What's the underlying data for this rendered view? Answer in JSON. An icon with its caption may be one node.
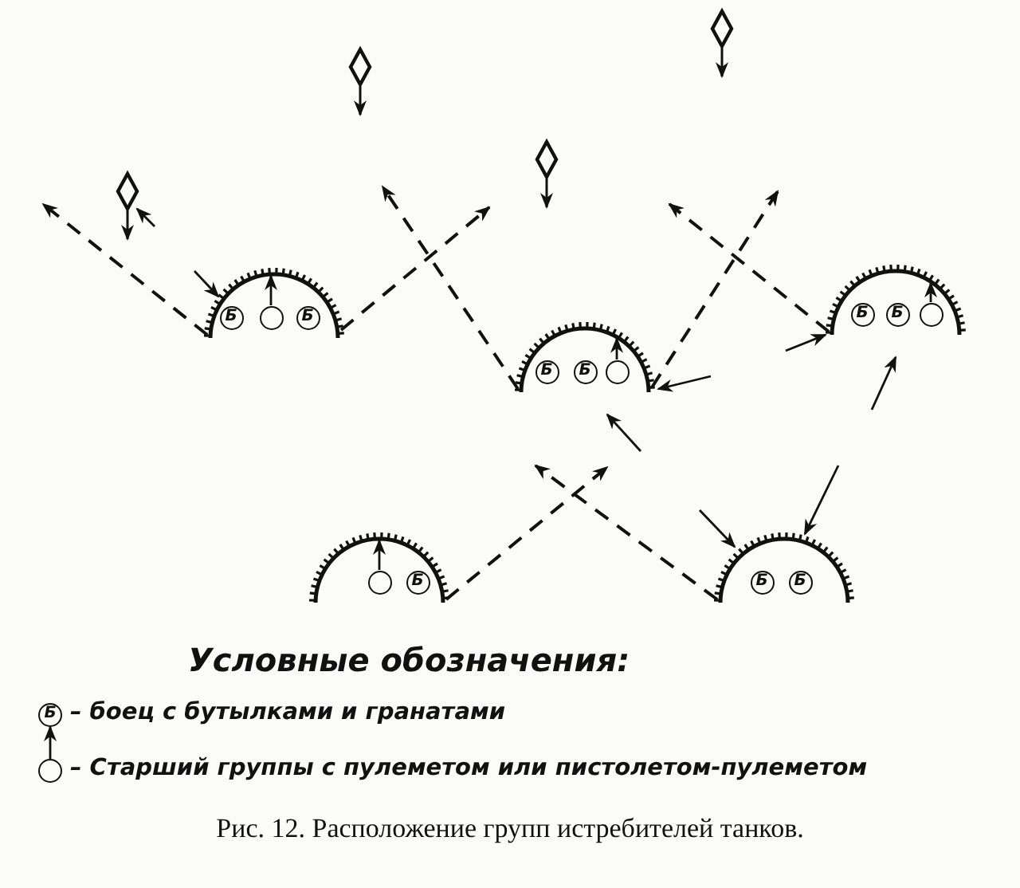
{
  "diagram": {
    "caption": "Рис. 12. Расположение групп истребителей танков.",
    "nodes": [
      {
        "text": [],
        "shape": "diamond"
      },
      {
        "text": [],
        "shape": "diamond"
      },
      {
        "text": [],
        "shape": "diamond"
      },
      {
        "text": [],
        "shape": "diamond"
      },
      {
        "text": [],
        "shape": "arc"
      },
      {
        "text": [
          "Б"
        ],
        "in": 4
      },
      {
        "text": [],
        "shape": "circle",
        "in": 4
      },
      {
        "text": [
          "Б"
        ],
        "in": 4
      },
      {
        "text": [],
        "shape": "arc"
      },
      {
        "text": [
          "Б"
        ],
        "in": 8
      },
      {
        "text": [
          "Б"
        ],
        "in": 8
      },
      {
        "text": [],
        "shape": "circle",
        "in": 8
      },
      {
        "text": [],
        "shape": "arc"
      },
      {
        "text": [
          "Б"
        ],
        "in": 12
      },
      {
        "text": [
          "Б"
        ],
        "in": 12
      },
      {
        "text": [],
        "shape": "circle",
        "in": 12
      },
      {
        "text": [],
        "shape": "arc"
      },
      {
        "text": [],
        "shape": "circle",
        "in": 16
      },
      {
        "text": [
          "Б"
        ],
        "in": 16
      },
      {
        "text": [],
        "shape": "arc"
      },
      {
        "text": [
          "Б"
        ],
        "in": 19
      },
      {
        "text": [
          "Б"
        ],
        "in": 19
      },
      {
        "text": [
          "Б"
        ]
      },
      {
        "text": [],
        "shape": "circle"
      }
    ],
    "edges": [
      {
        "from": 4,
        "to": null,
        "arrow": "to",
        "style": "dashed"
      },
      {
        "from": 4,
        "to": null,
        "arrow": "to",
        "style": "dashed"
      },
      {
        "from": 12,
        "to": null,
        "arrow": "to",
        "style": "dashed"
      },
      {
        "from": 12,
        "to": null,
        "arrow": "to",
        "style": "dashed"
      },
      {
        "from": 8,
        "to": null,
        "arrow": "to",
        "style": "dashed"
      },
      {
        "from": 16,
        "to": null,
        "arrow": "to",
        "style": "dashed"
      },
      {
        "from": 19,
        "to": null,
        "arrow": "to",
        "style": "dashed"
      },
      {
        "from": null,
        "to": 4,
        "arrow": "to"
      },
      {
        "from": null,
        "to": 3,
        "arrow": "to"
      },
      {
        "from": null,
        "to": 12,
        "arrow": "to"
      },
      {
        "from": null,
        "to": 12,
        "arrow": "to"
      },
      {
        "from": null,
        "to": 8,
        "arrow": "to"
      },
      {
        "from": null,
        "to": 8,
        "arrow": "to"
      },
      {
        "from": null,
        "to": 19,
        "arrow": "to"
      },
      {
        "from": null,
        "to": 19,
        "arrow": "to"
      },
      {
        "from": 6,
        "to": 4,
        "arrow": "to"
      },
      {
        "from": 11,
        "to": 8,
        "arrow": "to"
      },
      {
        "from": 15,
        "to": 12,
        "arrow": "to"
      },
      {
        "from": 17,
        "to": 16,
        "arrow": "to"
      },
      {
        "from": 23,
        "to": 22,
        "arrow": "to"
      }
    ],
    "labels": [
      "Условные обозначения:"
    ],
    "legend": [
      {
        "text": "– боец с бутылками и гранатами"
      },
      {
        "text": "– Старший группы с пулеметом или пистолетом-пулеметом"
      }
    ]
  }
}
